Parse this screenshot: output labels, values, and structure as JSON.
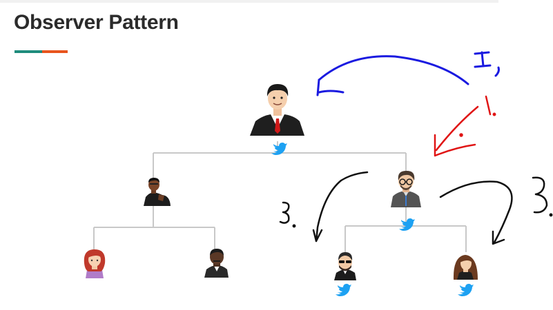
{
  "slide": {
    "title": "Observer Pattern",
    "accent_colors": [
      "#1f8c7c",
      "#e8541d"
    ]
  },
  "diagram": {
    "connector_color": "#c8c8c8",
    "nodes": [
      {
        "id": "publisher",
        "label": "businessman-avatar",
        "has_twitter_icon": true
      },
      {
        "id": "subscriber-left",
        "label": "man-dark-suit-avatar",
        "has_twitter_icon": false
      },
      {
        "id": "subscriber-right",
        "label": "man-glasses-avatar",
        "has_twitter_icon": true
      },
      {
        "id": "leaf-1",
        "label": "woman-red-hair-avatar",
        "has_twitter_icon": false
      },
      {
        "id": "leaf-2",
        "label": "older-man-suit-avatar",
        "has_twitter_icon": false
      },
      {
        "id": "leaf-3",
        "label": "man-sunglasses-beard-avatar",
        "has_twitter_icon": true
      },
      {
        "id": "leaf-4",
        "label": "woman-long-hair-avatar",
        "has_twitter_icon": true
      }
    ],
    "twitter_color": "#1da1f2"
  },
  "annotations": {
    "blue": {
      "text": "1,",
      "color": "#1a1ae0"
    },
    "red": {
      "text": "1.",
      "color": "#e01515"
    },
    "black_left": {
      "text": "3.",
      "color": "#111111"
    },
    "black_right": {
      "text": "3.",
      "color": "#111111"
    }
  }
}
